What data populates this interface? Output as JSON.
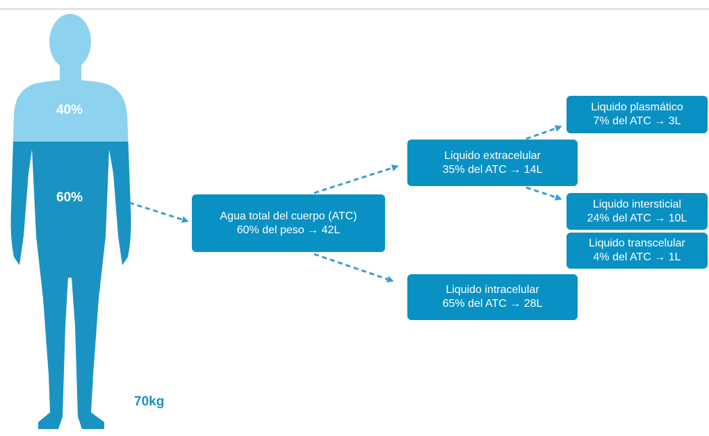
{
  "colors": {
    "body_dark": "#1a93c2",
    "body_light": "#8dd3ef",
    "box": "#0a91c4",
    "arrow": "#3a9fcf",
    "text_on_box": "#ffffff"
  },
  "figure": {
    "upper_percent": "40%",
    "lower_percent": "60%",
    "weight": "70kg"
  },
  "boxes": {
    "total": {
      "line1": "Agua total del cuerpo (ATC)",
      "line2": "60% del peso → 42L"
    },
    "extracellular": {
      "line1": "Liquido extracelular",
      "line2": "35% del ATC → 14L"
    },
    "intracellular": {
      "line1": "Liquido intracelular",
      "line2": "65% del ATC → 28L"
    },
    "plasmatic": {
      "line1": "Liquido plasmático",
      "line2": "7% del ATC → 3L"
    },
    "interstitial": {
      "line1": "Liquido intersticial",
      "line2": "24% del ATC → 10L"
    },
    "transcellular": {
      "line1": "Liquido transcelular",
      "line2": "4% del ATC → 1L"
    }
  }
}
